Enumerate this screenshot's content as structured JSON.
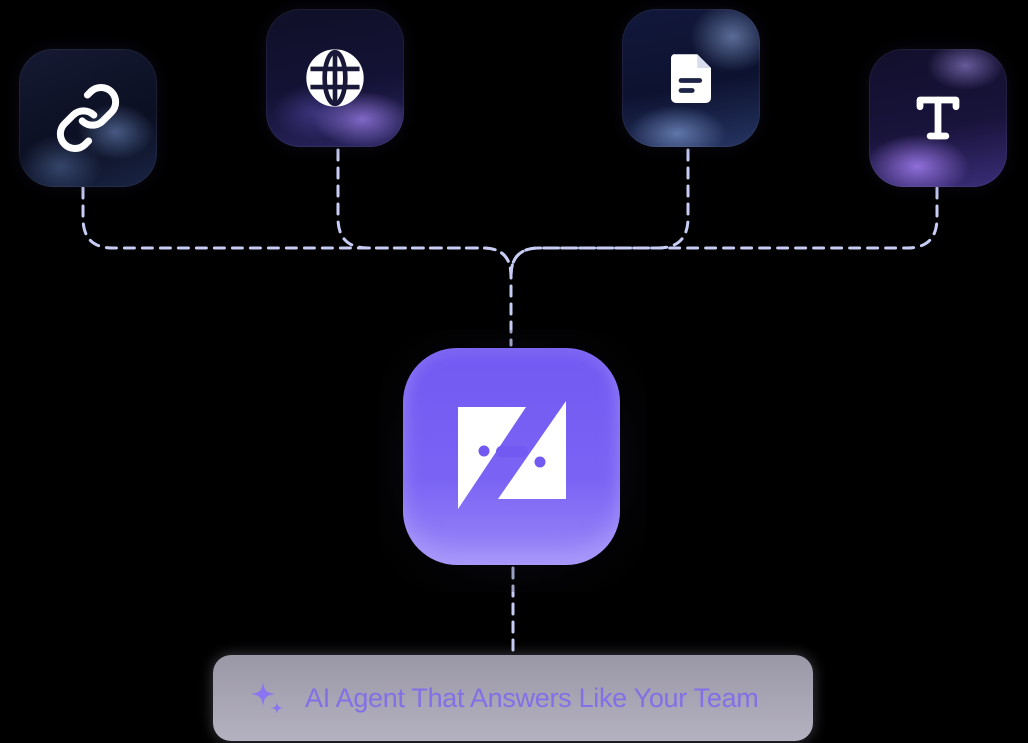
{
  "sources": [
    {
      "id": "link",
      "icon": "link-icon"
    },
    {
      "id": "website",
      "icon": "globe-icon"
    },
    {
      "id": "document",
      "icon": "document-icon"
    },
    {
      "id": "text",
      "icon": "text-t-icon"
    }
  ],
  "hub": {
    "icon": "chat-agent-logo-icon"
  },
  "banner": {
    "icon": "sparkle-icon",
    "text": "AI Agent That Answers Like Your Team"
  },
  "colors": {
    "background": "#000000",
    "connector": "#c7cdf4",
    "hub": "#7259f2",
    "banner_text": "#7d66f0",
    "banner_bg": "#a8a5b5"
  }
}
